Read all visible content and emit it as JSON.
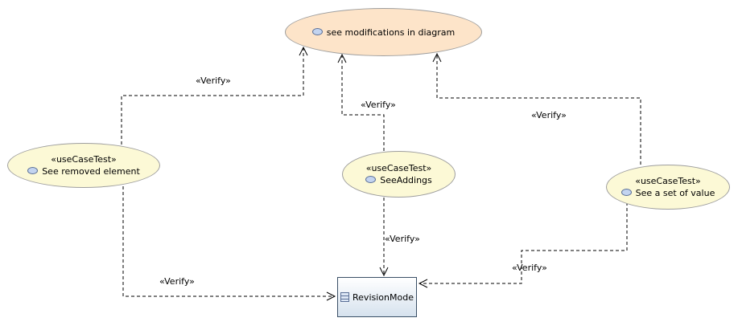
{
  "target_use_case": {
    "name": "see modifications in diagram"
  },
  "test_use_cases": [
    {
      "stereotype": "«useCaseTest»",
      "name": "See removed element"
    },
    {
      "stereotype": "«useCaseTest»",
      "name": "SeeAddings"
    },
    {
      "stereotype": "«useCaseTest»",
      "name": "See a set of value"
    }
  ],
  "class_element": {
    "name": "RevisionMode"
  },
  "relationships": {
    "label": "«Verify»",
    "labels": [
      "«Verify»",
      "«Verify»",
      "«Verify»",
      "«Verify»",
      "«Verify»",
      "«Verify»"
    ]
  },
  "colors": {
    "target_fill": "#fde4c9",
    "test_fill": "#fcf9d6",
    "class_fill_top": "#ffffff",
    "class_fill_bottom": "#d6e2ee",
    "edge": "#000000"
  }
}
